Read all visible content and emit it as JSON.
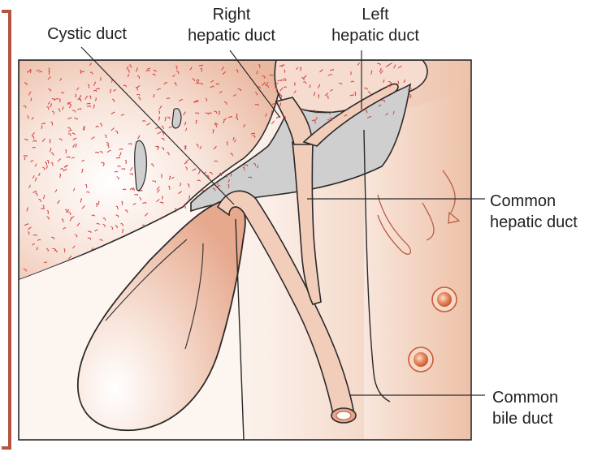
{
  "labels": {
    "cystic_duct": "Cystic duct",
    "right_hepatic_duct": [
      "Right",
      "hepatic duct"
    ],
    "left_hepatic_duct": [
      "Left",
      "hepatic duct"
    ],
    "common_hepatic_duct": [
      "Common",
      "hepatic duct"
    ],
    "common_bile_duct": [
      "Common",
      "bile duct"
    ]
  },
  "colors": {
    "frame_accent": "#b5553f",
    "outline": "#2a2a2a",
    "liver": "#f3d9cc",
    "liver_speckle": "#d64040",
    "gallbladder": "#f3d4c4",
    "duct": "#f2cdb9",
    "gray_fill": "#cfcfcf",
    "vessel": "#e07b4e"
  }
}
